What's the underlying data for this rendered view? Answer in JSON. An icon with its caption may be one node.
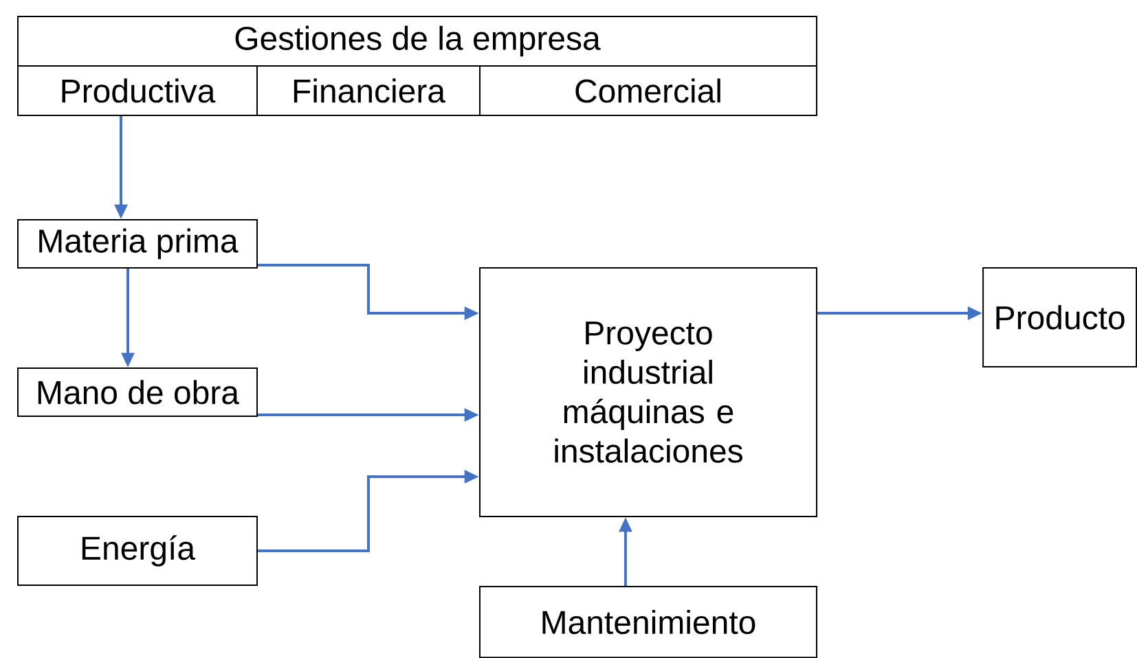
{
  "diagram": {
    "nodes": [
      {
        "text": [
          "Gestiones de la empresa"
        ]
      },
      {
        "text": [
          "Productiva"
        ],
        "in": 0
      },
      {
        "text": [
          "Financiera"
        ],
        "in": 0
      },
      {
        "text": [
          "Comercial"
        ],
        "in": 0
      },
      {
        "text": [
          "Materia prima"
        ]
      },
      {
        "text": [
          "Mano de obra"
        ]
      },
      {
        "text": [
          "Energía"
        ]
      },
      {
        "text": [
          "Proyecto industrial máquinas e instalaciones"
        ]
      },
      {
        "text": [
          "Producto"
        ]
      },
      {
        "text": [
          "Mantenimiento"
        ]
      }
    ],
    "edges": [
      {
        "from": 1,
        "to": 4,
        "arrow": "to"
      },
      {
        "from": 4,
        "to": 5,
        "arrow": "to"
      },
      {
        "from": 4,
        "to": 7,
        "arrow": "to"
      },
      {
        "from": 5,
        "to": 7,
        "arrow": "to"
      },
      {
        "from": 6,
        "to": 7,
        "arrow": "to"
      },
      {
        "from": 7,
        "to": 8,
        "arrow": "to"
      },
      {
        "from": 9,
        "to": 7,
        "arrow": "to"
      }
    ]
  }
}
